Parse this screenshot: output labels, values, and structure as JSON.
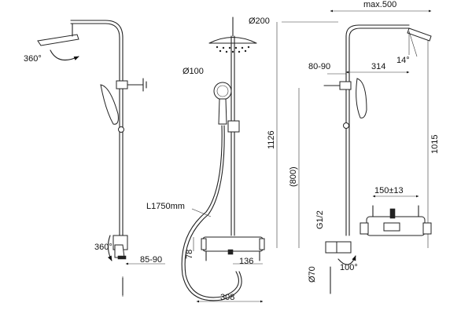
{
  "dimensions": {
    "rotation_head": "360°",
    "head_diameter": "Ø200",
    "hand_diameter": "Ø100",
    "hose_length": "L1750mm",
    "arm_max": "max.500",
    "arm_reach": "314",
    "wall_gap": "80-90",
    "tilt_angle": "14°",
    "total_height": "1126",
    "rail_height": "(800)",
    "head_height": "1015",
    "connection": "G1/2",
    "center_distance": "150±13",
    "rotation_outlet": "360°",
    "outlet_offset": "85-90",
    "mixer_height": "78",
    "mixer_depth": "136",
    "hose_spread": "308",
    "flange_diameter": "Ø70",
    "outlet_angle": "100°"
  }
}
